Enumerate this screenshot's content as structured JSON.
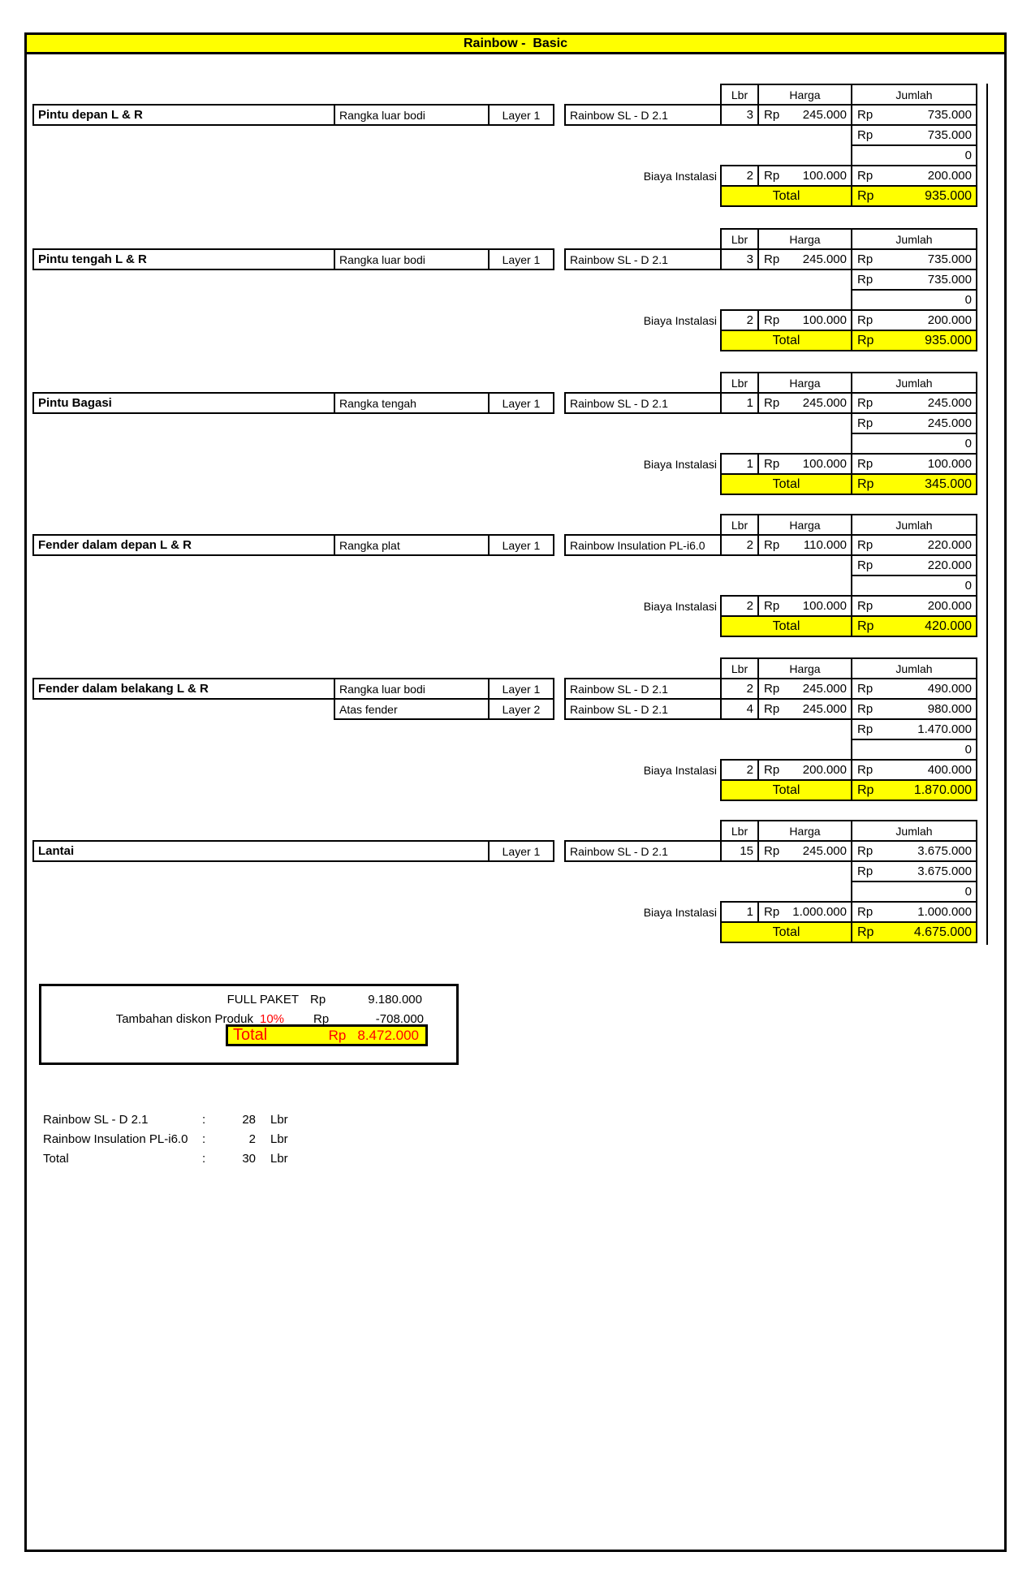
{
  "title": "Rainbow -  Basic",
  "currency": "Rp",
  "table_headers": {
    "lbr": "Lbr",
    "harga": "Harga",
    "jumlah": "Jumlah"
  },
  "labels": {
    "instalasi": "Biaya Instalasi",
    "total": "Total"
  },
  "sections": [
    {
      "name": "Pintu depan L & R",
      "rows": [
        {
          "desc": "Rangka luar bodi",
          "layer": "Layer 1",
          "product": "Rainbow SL - D 2.1",
          "lbr": "3",
          "harga": "245.000",
          "jumlah": "735.000"
        }
      ],
      "subtotal": "735.000",
      "zero": "0",
      "instalasi": {
        "lbr": "2",
        "harga": "100.000",
        "jumlah": "200.000"
      },
      "total": "935.000"
    },
    {
      "name": "Pintu tengah L & R",
      "rows": [
        {
          "desc": "Rangka luar bodi",
          "layer": "Layer 1",
          "product": "Rainbow SL - D 2.1",
          "lbr": "3",
          "harga": "245.000",
          "jumlah": "735.000"
        }
      ],
      "subtotal": "735.000",
      "zero": "0",
      "instalasi": {
        "lbr": "2",
        "harga": "100.000",
        "jumlah": "200.000"
      },
      "total": "935.000"
    },
    {
      "name": "Pintu Bagasi",
      "rows": [
        {
          "desc": "Rangka tengah",
          "layer": "Layer 1",
          "product": "Rainbow SL - D 2.1",
          "lbr": "1",
          "harga": "245.000",
          "jumlah": "245.000"
        }
      ],
      "subtotal": "245.000",
      "zero": "0",
      "instalasi": {
        "lbr": "1",
        "harga": "100.000",
        "jumlah": "100.000"
      },
      "total": "345.000"
    },
    {
      "name": "Fender dalam depan L & R",
      "rows": [
        {
          "desc": "Rangka plat",
          "layer": "Layer 1",
          "product": "Rainbow Insulation PL-i6.0",
          "lbr": "2",
          "harga": "110.000",
          "jumlah": "220.000"
        }
      ],
      "subtotal": "220.000",
      "zero": "0",
      "instalasi": {
        "lbr": "2",
        "harga": "100.000",
        "jumlah": "200.000"
      },
      "total": "420.000"
    },
    {
      "name": "Fender dalam belakang L & R",
      "rows": [
        {
          "desc": "Rangka luar bodi",
          "layer": "Layer 1",
          "product": "Rainbow SL - D 2.1",
          "lbr": "2",
          "harga": "245.000",
          "jumlah": "490.000"
        },
        {
          "desc": "Atas fender",
          "layer": "Layer 2",
          "product": "Rainbow SL - D 2.1",
          "lbr": "4",
          "harga": "245.000",
          "jumlah": "980.000"
        }
      ],
      "subtotal": "1.470.000",
      "zero": "0",
      "instalasi": {
        "lbr": "2",
        "harga": "200.000",
        "jumlah": "400.000"
      },
      "total": "1.870.000"
    },
    {
      "name": "Lantai",
      "rows": [
        {
          "desc": null,
          "layer": "Layer 1",
          "product": "Rainbow SL - D 2.1",
          "lbr": "15",
          "harga": "245.000",
          "jumlah": "3.675.000"
        }
      ],
      "subtotal": "3.675.000",
      "zero": "0",
      "instalasi": {
        "lbr": "1",
        "harga": "1.000.000",
        "jumlah": "1.000.000"
      },
      "total": "4.675.000"
    }
  ],
  "summary": {
    "full_paket_label": "FULL PAKET",
    "full_paket_value": "9.180.000",
    "diskon_label": "Tambahan diskon Produk",
    "diskon_pct": "10%",
    "diskon_value": "-708.000",
    "total_label": "Total",
    "total_value": "8.472.000"
  },
  "materials": {
    "rows": [
      {
        "name": "Rainbow SL - D 2.1",
        "sep": ":",
        "qty": "28",
        "unit": "Lbr"
      },
      {
        "name": "Rainbow Insulation PL-i6.0",
        "sep": ":",
        "qty": "2",
        "unit": "Lbr"
      },
      {
        "name": "Total",
        "sep": ":",
        "qty": "30",
        "unit": "Lbr"
      }
    ]
  }
}
